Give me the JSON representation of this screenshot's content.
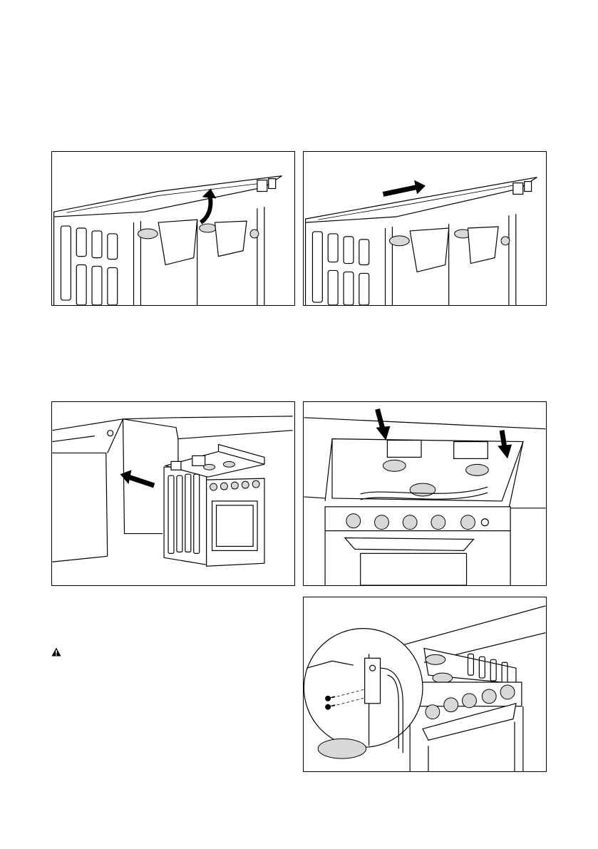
{
  "figures": [
    {
      "id": "fig1",
      "icons": [
        "curved-arrow-icon"
      ]
    },
    {
      "id": "fig2",
      "icons": [
        "straight-arrow-icon"
      ]
    },
    {
      "id": "fig3",
      "icons": [
        "left-arrow-icon"
      ]
    },
    {
      "id": "fig4",
      "icons": [
        "down-arrow-icon",
        "down-arrow-icon"
      ]
    },
    {
      "id": "fig5",
      "icons": [
        "magnifier-inset-icon",
        "screw-icon"
      ]
    }
  ],
  "warning_icon": "warning-triangle-icon",
  "colors": {
    "line": "#000000",
    "background": "#ffffff",
    "shade": "#d8d8d8"
  }
}
